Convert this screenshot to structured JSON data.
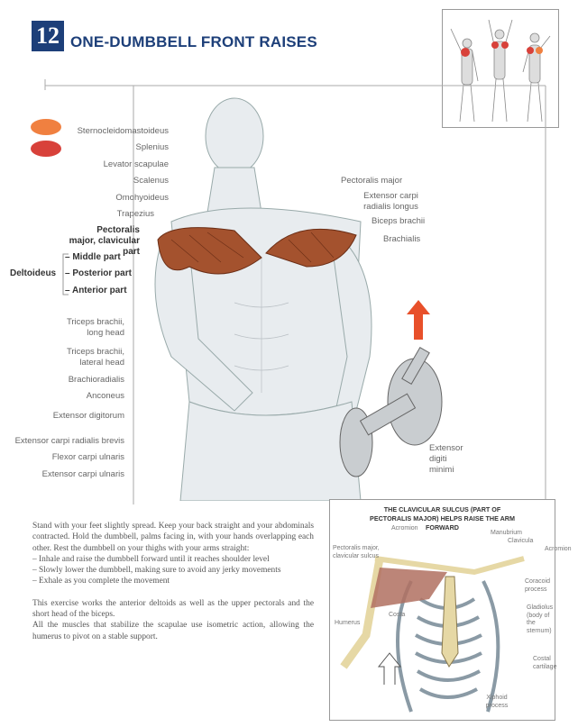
{
  "header": {
    "number": "12",
    "title": "ONE-DUMBBELL FRONT RAISES"
  },
  "legend": {
    "colors": [
      "#f08040",
      "#d8413a"
    ]
  },
  "left_labels": [
    {
      "text": "Sternocleidomastoideus"
    },
    {
      "text": "Splenius"
    },
    {
      "text": "Levator scapulae"
    },
    {
      "text": "Scalenus"
    },
    {
      "text": "Omohyoideus"
    },
    {
      "text": "Trapezius"
    },
    {
      "text": "Pectoralis major, clavicular part"
    },
    {
      "text": "– Middle part"
    },
    {
      "text": "– Posterior part"
    },
    {
      "text": "– Anterior part"
    },
    {
      "text": "Triceps brachii, long head"
    },
    {
      "text": "Triceps brachii, lateral head"
    },
    {
      "text": "Brachioradialis"
    },
    {
      "text": "Anconeus"
    },
    {
      "text": "Extensor digitorum"
    },
    {
      "text": "Extensor carpi radialis brevis"
    },
    {
      "text": "Flexor carpi ulnaris"
    },
    {
      "text": "Extensor carpi ulnaris"
    }
  ],
  "deltoid_group": "Deltoideus",
  "right_labels": [
    {
      "text": "Pectoralis major"
    },
    {
      "text": "Extensor carpi radialis longus"
    },
    {
      "text": "Biceps brachii"
    },
    {
      "text": "Brachialis"
    },
    {
      "text": "Extensor digiti minimi"
    }
  ],
  "description": {
    "p1": "Stand with your feet slightly spread. Keep your back straight and your abdominals contracted. Hold the dumbbell, palms facing in, with your hands overlapping each other. Rest the dumbbell on your thighs with your arms straight:",
    "steps": [
      "– Inhale and raise the dumbbell forward until it reaches shoulder level",
      "– Slowly lower the dumbbell, making sure to avoid any jerky movements",
      "– Exhale as you complete the movement"
    ],
    "p2": "This exercise works the anterior deltoids as well as the upper pectorals and the short head of the biceps.",
    "p3": "All the muscles that stabilize the scapulae use isometric action, allowing the humerus to pivot on a stable support."
  },
  "inset": {
    "title": "THE CLAVICULAR SULCUS (PART OF PECTORALIS MAJOR) HELPS RAISE THE ARM FORWARD",
    "labels": [
      "Acromion",
      "Manubrium",
      "Clavicula",
      "Acromion",
      "Pectoralis major, clavicular sulcus",
      "Coracoid process",
      "Costa",
      "Gladiolus (body of the sternum)",
      "Humerus",
      "Costal cartilage",
      "Xiphoid process"
    ]
  }
}
